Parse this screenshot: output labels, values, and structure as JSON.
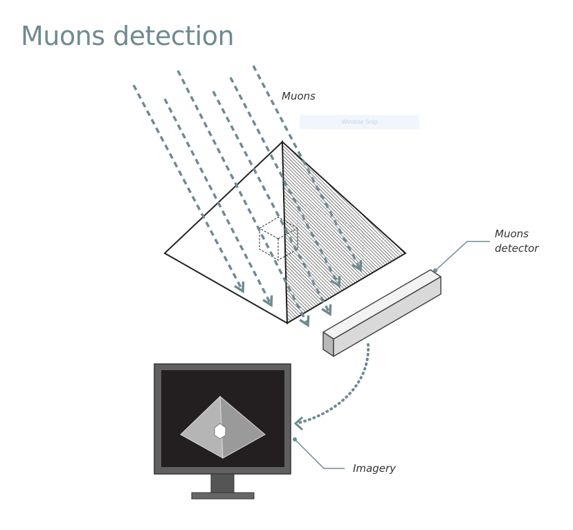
{
  "title": "Muons detection",
  "labels": {
    "muons": "Muons",
    "detector_line1": "Muons",
    "detector_line2": "detector",
    "imagery": "Imagery"
  },
  "overlay_text": "Window Snip",
  "colors": {
    "title": "#6f8a91",
    "muon_path": "#6f8a91",
    "leader_line": "#6f8a91",
    "monitor_frame": "#555555",
    "screen": "#231f20",
    "detector_face": "#d9d9d9"
  }
}
